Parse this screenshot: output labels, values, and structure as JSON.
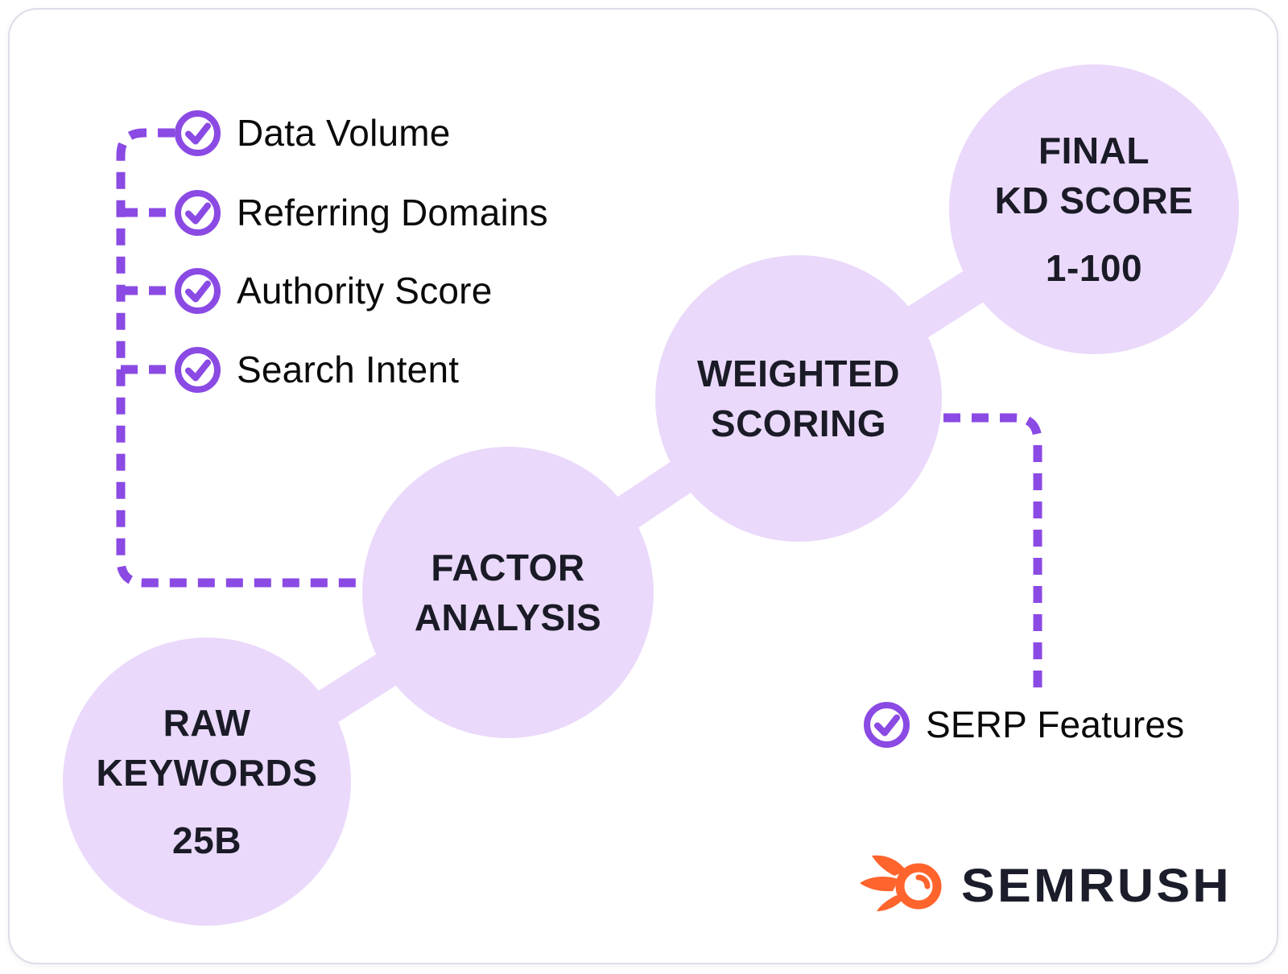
{
  "checklist": {
    "items": [
      "Data Volume",
      "Referring Domains",
      "Authority Score",
      "Search Intent"
    ]
  },
  "serp_feature": {
    "label": "SERP Features"
  },
  "nodes": {
    "raw": {
      "line1": "RAW",
      "line2": "KEYWORDS",
      "value": "25B"
    },
    "factor": {
      "line1": "FACTOR",
      "line2": "ANALYSIS"
    },
    "weighted": {
      "line1": "WEIGHTED",
      "line2": "SCORING"
    },
    "final": {
      "line1": "FINAL",
      "line2": "KD SCORE",
      "value": "1-100"
    }
  },
  "logo": {
    "brand": "SEMRUSH"
  },
  "colors": {
    "accent_purple": "#8A4AE3",
    "node_fill": "#EAD9FB",
    "node_text": "#1A1B26",
    "checklist_text": "#0A0A0C",
    "logo_orange": "#FF642D",
    "wordmark_dark": "#1B1D2B",
    "card_border": "#DDDEE8"
  }
}
